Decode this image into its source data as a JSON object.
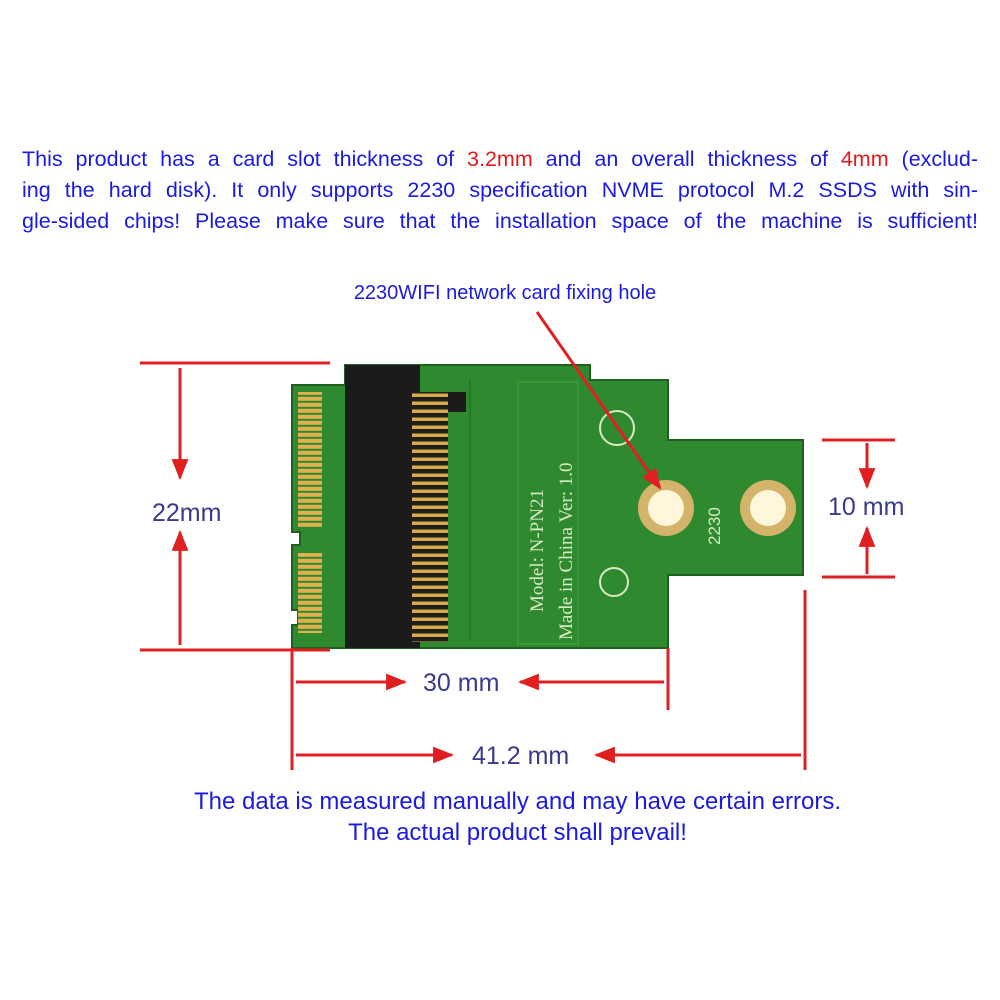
{
  "intro": {
    "line1": {
      "a": "This product has a card slot thickness of ",
      "b": "3.2mm",
      "c": " and an overall thickness of ",
      "d": "4mm",
      "e": " (exclud-"
    },
    "line2": "ing the hard disk). It only supports 2230 specification NVME protocol M.2 SSDS with sin-",
    "line3": "gle-sided chips! Please make sure that the installation space of the machine is sufficient!"
  },
  "callout": "2230WIFI network card fixing hole",
  "board": {
    "model": "Model: N-PN21",
    "made_in": "Made in China Ver: 1.0",
    "size_marking": "2230"
  },
  "dimensions": {
    "height": "22mm",
    "tab": "10 mm",
    "width_short": "30 mm",
    "width_long": "41.2 mm"
  },
  "note": {
    "line1": "The data is measured manually and may have certain errors.",
    "line2": "The actual product shall prevail!"
  },
  "colors": {
    "text_blue": "#1a1ae0",
    "highlight_red": "#e01a1a",
    "dimension_red": "#e02020",
    "pcb_green": "#2f8a2f"
  }
}
